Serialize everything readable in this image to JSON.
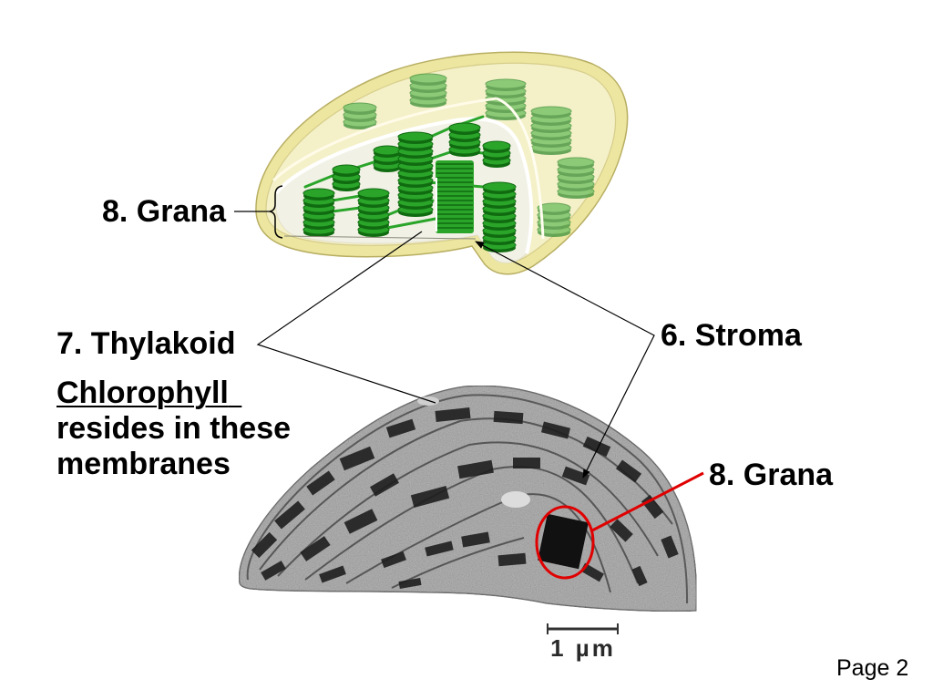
{
  "labels": {
    "grana_top": "8. Grana",
    "thylakoid": "7. Thylakoid",
    "chlorophyll": "Chlorophyll",
    "resides_line": "resides in these",
    "membranes_line": "membranes",
    "stroma": "6. Stroma",
    "grana_right": "8. Grana"
  },
  "scale_bar": {
    "label": "1 µm"
  },
  "slide": {
    "page_label": "Page 2"
  },
  "colors": {
    "envelope": "#ece6a0",
    "envelope_inner": "#f4f0c8",
    "grana_green": "#2aa52a",
    "grana_dark": "#106b10",
    "grana_back": "#7cc46a",
    "grana_back_dark": "#4f9a46",
    "micrograph_gray": "#b8b8b8",
    "highlight": "#e00000"
  }
}
